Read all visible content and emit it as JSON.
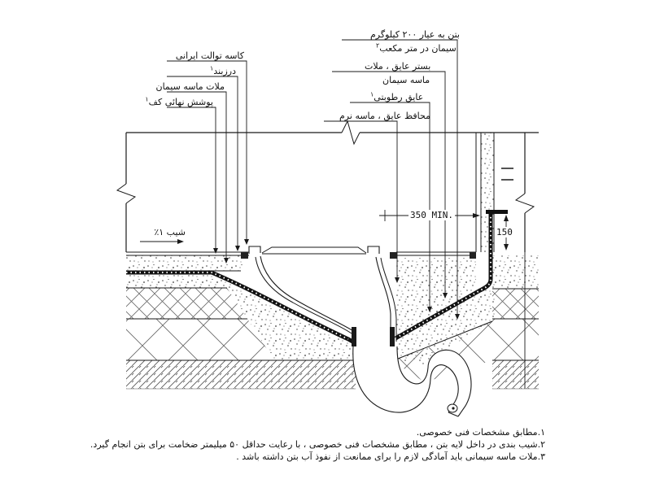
{
  "labels_left": [
    {
      "text": "كاسه توالت ايرانى",
      "sup": ""
    },
    {
      "text": "درزبند",
      "sup": "۱"
    },
    {
      "text": "ملات ماسه سيمان",
      "sup": ""
    },
    {
      "text": "پوشش نهائى كف",
      "sup": "۱"
    }
  ],
  "labels_right": [
    {
      "line1": "بتن به عيار ۲۰۰ كيلوگرم",
      "line2": "سيمان در متر مكعب",
      "sup": "۲"
    },
    {
      "line1": "بستر عايق ، ملات",
      "line2": "ماسه سيمان",
      "sup": ""
    },
    {
      "line1": "عايق رطوبتى",
      "sup": "۱"
    },
    {
      "line1": "محافظ عايق ، ماسه نرم",
      "sup": ""
    }
  ],
  "slope_label": "شيب ۱٪",
  "dimensions": {
    "min_width": "350 MIN.",
    "upturn_height": "150"
  },
  "notes": [
    "۱.مطابق مشخصات فنى خصوصى.",
    "۲.شيب بندى در داخل لايه بتن ، مطابق مشخصات فنى خصوصى ، با رعايت حداقل ۵۰ ميليمتر ضخامت براى بتن انجام گيرد.",
    "۳.ملات ماسه سيمانى بايد آمادگى لازم را براى ممانعت از نفوذ آب بتن داشته  باشد ."
  ]
}
